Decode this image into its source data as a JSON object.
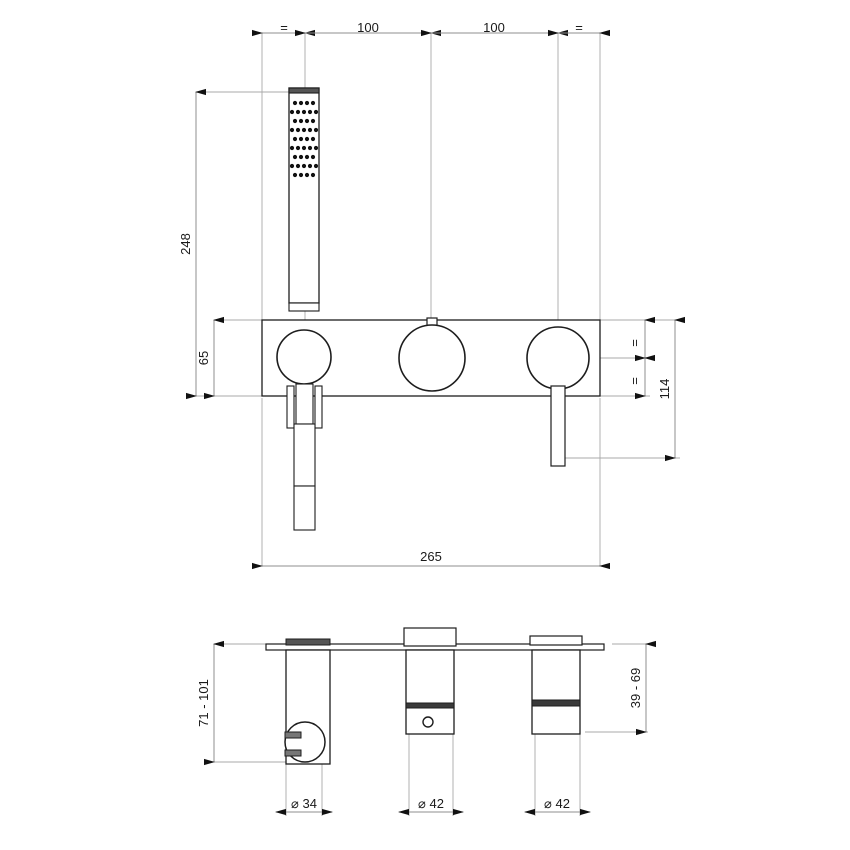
{
  "drawing": {
    "title": "Wall-mounted shower mixer technical drawing",
    "line_color": "#1a1a1a",
    "dim_line_color": "#9a9a9a",
    "fill_color": "#ffffff",
    "units": "mm"
  },
  "front_view": {
    "name": "front-elevation",
    "top_dimensions": [
      {
        "label": "=",
        "kind": "equal"
      },
      {
        "label": "100",
        "kind": "value"
      },
      {
        "label": "100",
        "kind": "value"
      },
      {
        "label": "=",
        "kind": "equal"
      }
    ],
    "left_dimensions": [
      {
        "label": "248",
        "kind": "value"
      },
      {
        "label": "65",
        "kind": "value"
      }
    ],
    "right_dimensions": [
      {
        "label": "=",
        "kind": "equal"
      },
      {
        "label": "=",
        "kind": "equal"
      },
      {
        "label": "114",
        "kind": "value"
      }
    ],
    "bottom_dimensions": [
      {
        "label": "265",
        "kind": "value"
      }
    ]
  },
  "side_view": {
    "name": "side-elevation",
    "left_dimensions": [
      {
        "label": "71 - 101",
        "kind": "range"
      }
    ],
    "right_dimensions": [
      {
        "label": "39 - 69",
        "kind": "range"
      }
    ],
    "bottom_dimensions": [
      {
        "label": "⌀ 34",
        "kind": "diameter"
      },
      {
        "label": "⌀ 42",
        "kind": "diameter"
      },
      {
        "label": "⌀ 42",
        "kind": "diameter"
      }
    ]
  }
}
